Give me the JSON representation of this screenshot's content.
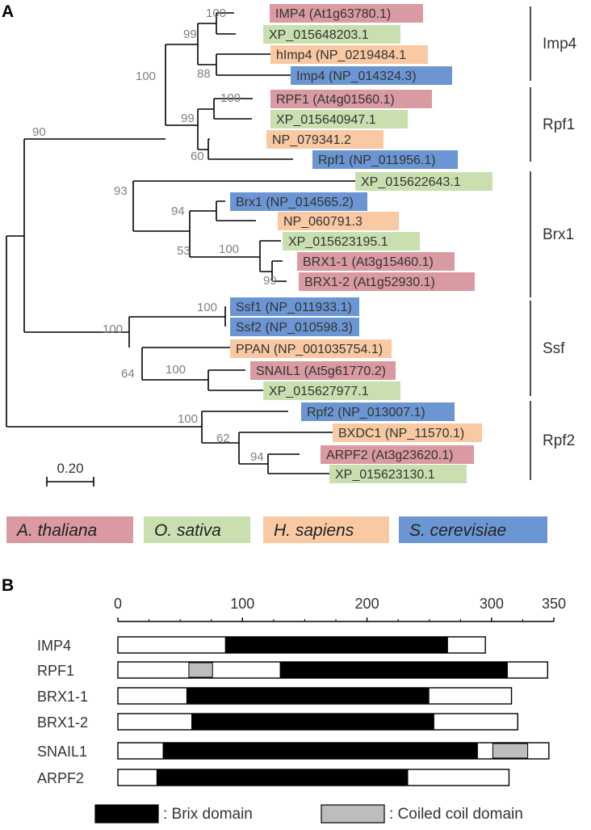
{
  "colors": {
    "thaliana": "#d99aa1",
    "sativa": "#c9dfb0",
    "sapiens": "#f8c9a2",
    "cerevisiae": "#6b96d3",
    "line": "#000000",
    "support": "#808080",
    "brix": "#000000",
    "coiled": "#bdbdbd"
  },
  "panel_a": {
    "label": "A",
    "scale_value": "0.20",
    "taxa": [
      {
        "label": "IMP4 (At1g63780.1)",
        "species": "thaliana"
      },
      {
        "label": "XP_015648203.1",
        "species": "sativa"
      },
      {
        "label": "hImp4 (NP_0219484.1",
        "species": "sapiens"
      },
      {
        "label": "Imp4 (NP_014324.3)",
        "species": "cerevisiae"
      },
      {
        "label": "RPF1 (At4g01560.1)",
        "species": "thaliana"
      },
      {
        "label": "XP_015640947.1",
        "species": "sativa"
      },
      {
        "label": "NP_079341.2",
        "species": "sapiens"
      },
      {
        "label": "Rpf1 (NP_011956.1)",
        "species": "cerevisiae"
      },
      {
        "label": "XP_015622643.1",
        "species": "sativa"
      },
      {
        "label": "Brx1 (NP_014565.2)",
        "species": "cerevisiae"
      },
      {
        "label": "NP_060791.3",
        "species": "sapiens"
      },
      {
        "label": "XP_015623195.1",
        "species": "sativa"
      },
      {
        "label": "BRX1-1 (At3g15460.1)",
        "species": "thaliana"
      },
      {
        "label": "BRX1-2 (At1g52930.1)",
        "species": "thaliana"
      },
      {
        "label": "Ssf1 (NP_011933.1)",
        "species": "cerevisiae"
      },
      {
        "label": "Ssf2 (NP_010598.3)",
        "species": "cerevisiae"
      },
      {
        "label": "PPAN (NP_001035754.1)",
        "species": "sapiens"
      },
      {
        "label": "SNAIL1 (At5g61770.2)",
        "species": "thaliana"
      },
      {
        "label": "XP_015627977.1",
        "species": "sativa"
      },
      {
        "label": "Rpf2 (NP_013007.1)",
        "species": "cerevisiae"
      },
      {
        "label": "BXDC1 (NP_11570.1)",
        "species": "sapiens"
      },
      {
        "label": "ARPF2 (At3g23620.1)",
        "species": "thaliana"
      },
      {
        "label": "XP_015623130.1",
        "species": "sativa"
      }
    ],
    "support_values": [
      "100",
      "99",
      "88",
      "100",
      "100",
      "99",
      "60",
      "90",
      "93",
      "94",
      "53",
      "100",
      "99",
      "100",
      "100",
      "64",
      "100",
      "100",
      "62",
      "94"
    ],
    "groups": [
      "Imp4",
      "Rpf1",
      "Brx1",
      "Ssf",
      "Rpf2"
    ],
    "legend": [
      {
        "label": "A. thaliana",
        "species": "thaliana"
      },
      {
        "label": "O. sativa",
        "species": "sativa"
      },
      {
        "label": "H. sapiens",
        "species": "sapiens"
      },
      {
        "label": "S. cerevisiae",
        "species": "cerevisiae"
      }
    ]
  },
  "panel_b": {
    "label": "B",
    "axis": {
      "min": 0,
      "max": 350,
      "ticks": [
        "0",
        "100",
        "200",
        "300",
        "350"
      ]
    },
    "proteins": [
      {
        "name": "IMP4",
        "length": 295,
        "brix": [
          86,
          265
        ],
        "coiled": []
      },
      {
        "name": "RPF1",
        "length": 345,
        "brix": [
          130,
          313
        ],
        "coiled": [
          [
            57,
            76
          ]
        ]
      },
      {
        "name": "BRX1-1",
        "length": 316,
        "brix": [
          55,
          250
        ],
        "coiled": []
      },
      {
        "name": "BRX1-2",
        "length": 321,
        "brix": [
          59,
          254
        ],
        "coiled": []
      },
      {
        "name": "SNAIL1",
        "length": 346,
        "brix": [
          36,
          289
        ],
        "coiled": [
          [
            301,
            329
          ]
        ]
      },
      {
        "name": "ARPF2",
        "length": 314,
        "brix": [
          31,
          233
        ],
        "coiled": []
      }
    ],
    "legend": [
      {
        "key": "brix",
        "label": ": Brix domain"
      },
      {
        "key": "coiled",
        "label": ": Coiled coil domain"
      }
    ]
  }
}
